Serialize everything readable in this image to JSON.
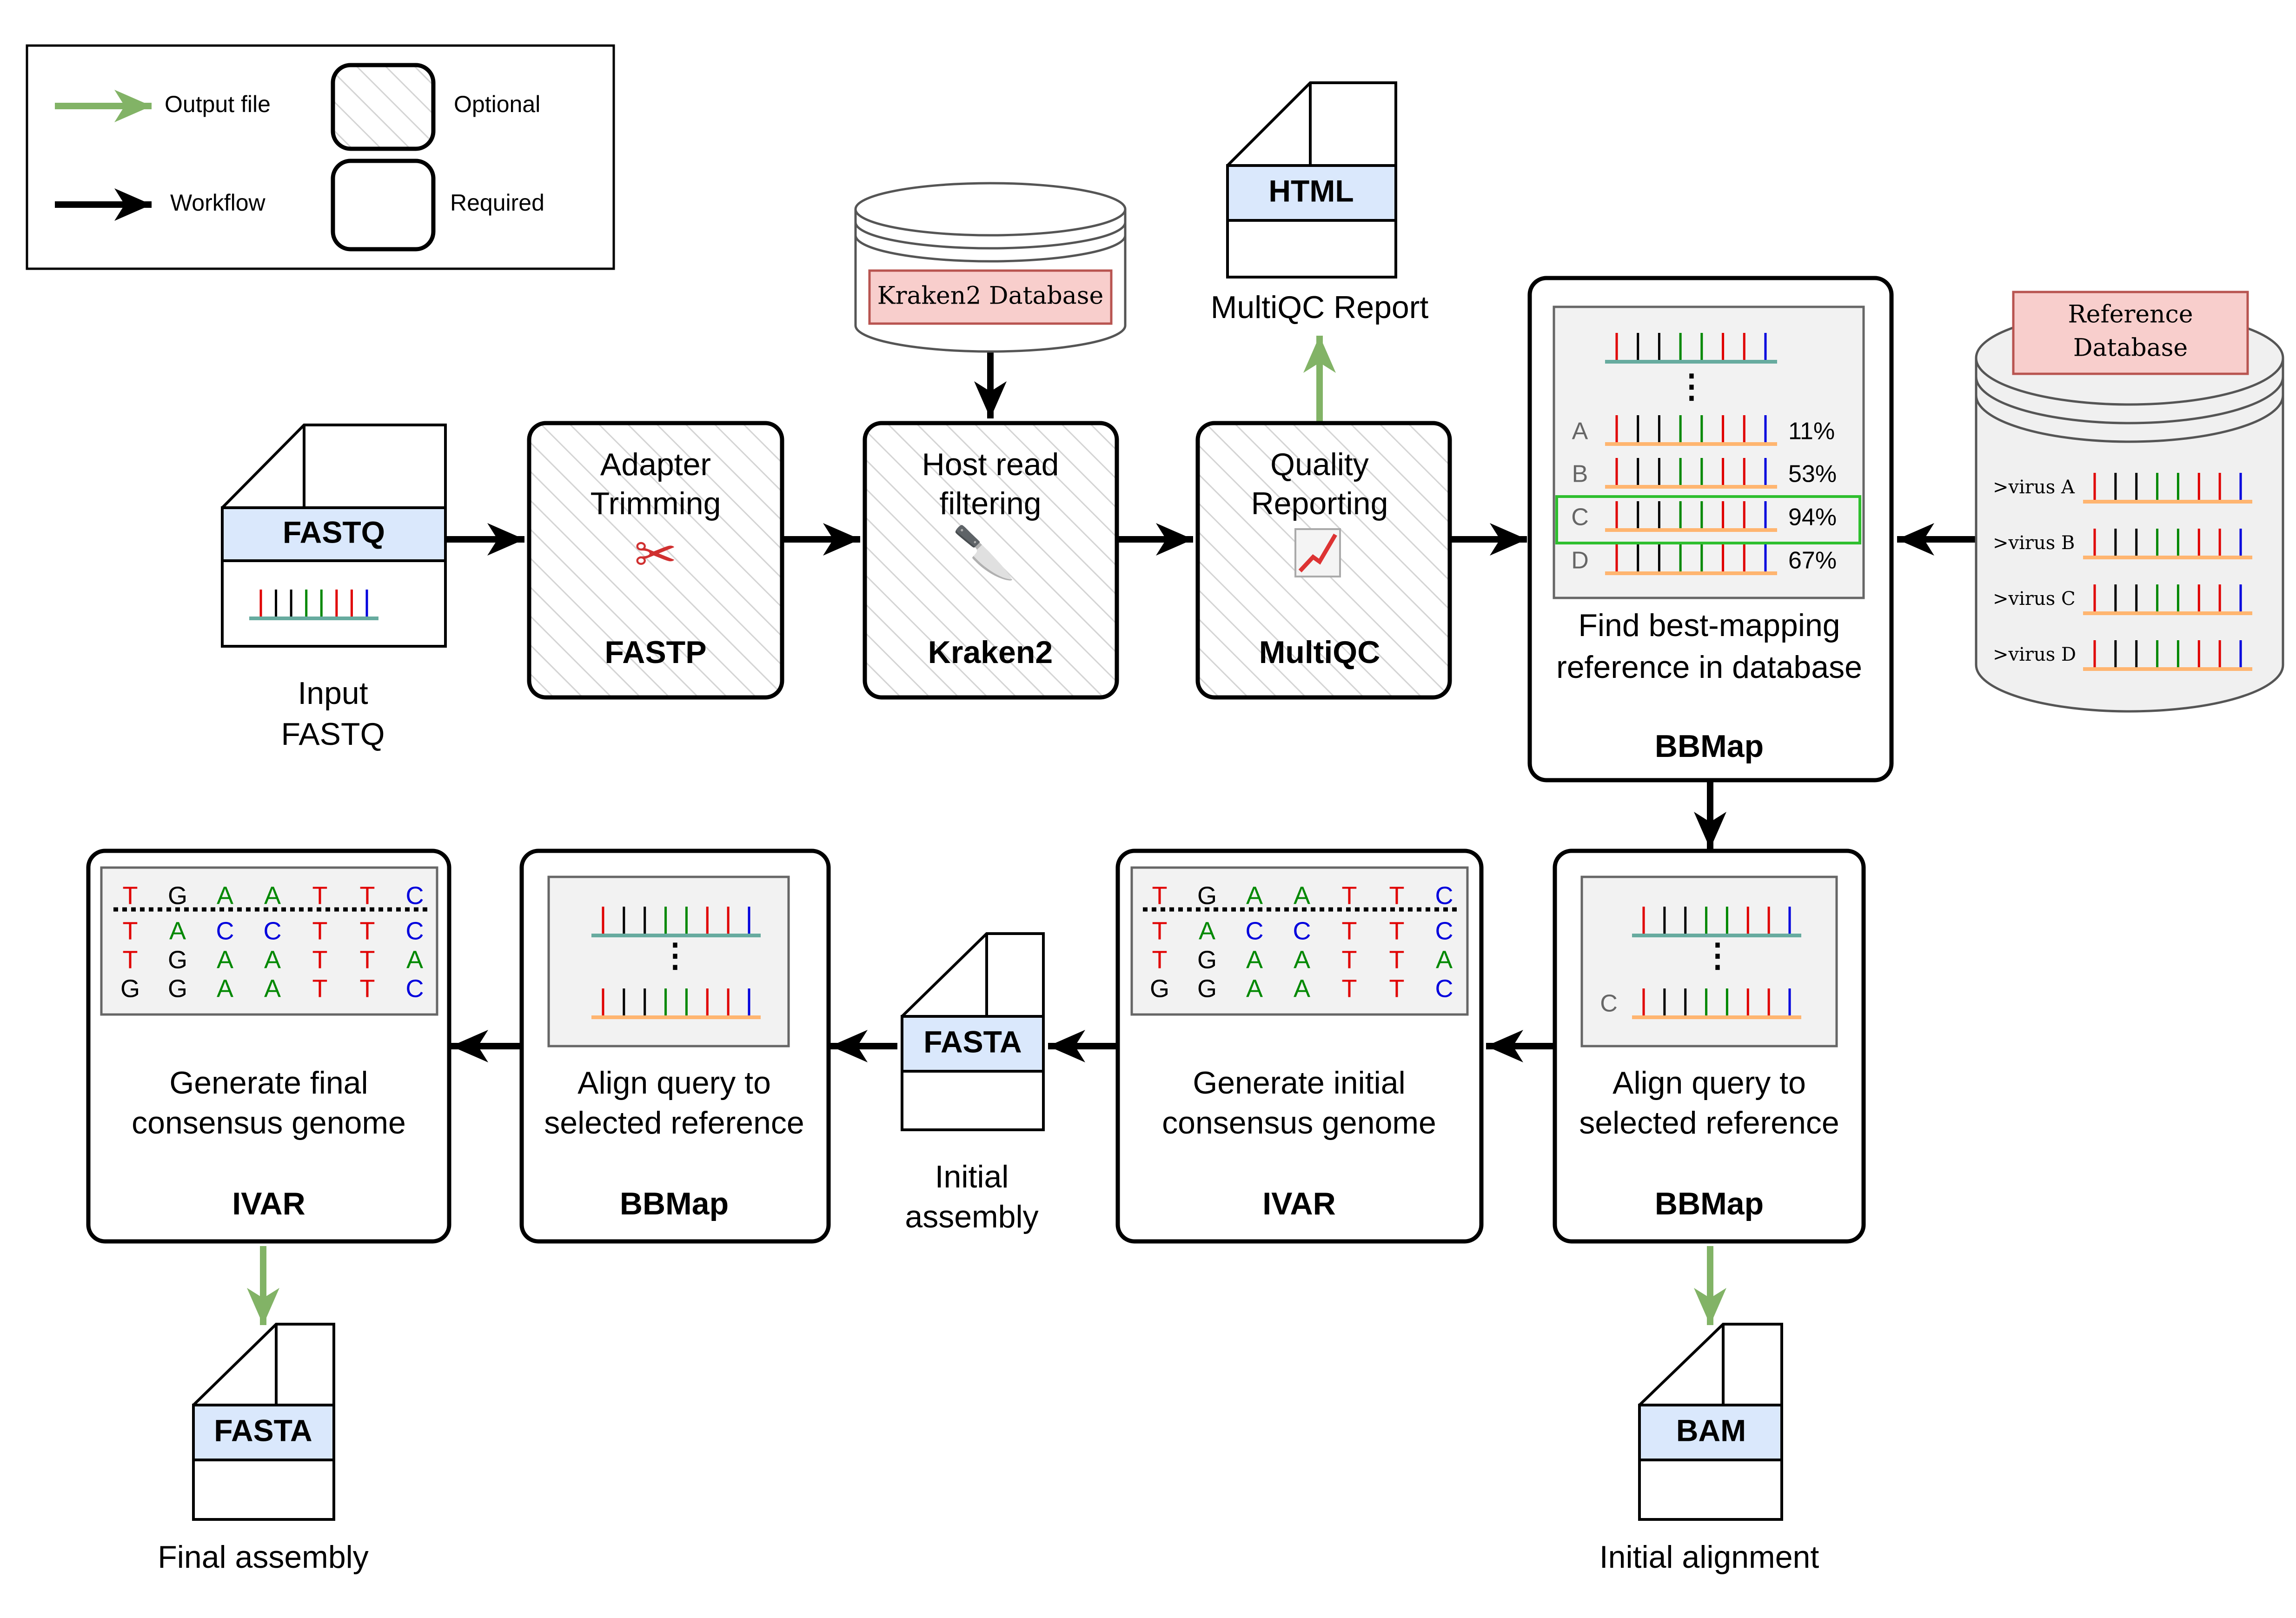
{
  "legend": {
    "output_file": "Output file",
    "workflow": "Workflow",
    "optional": "Optional",
    "required": "Required"
  },
  "input_file": {
    "type": "FASTQ",
    "caption_line1": "Input",
    "caption_line2": "FASTQ"
  },
  "steps": [
    {
      "id": "fastp",
      "line1": "Adapter",
      "line2": "Trimming",
      "icon": "scissors-icon",
      "glyph": "✂",
      "tool": "FASTP",
      "optional": true
    },
    {
      "id": "kraken2",
      "line1": "Host read",
      "line2": "filtering",
      "icon": "knife-icon",
      "glyph": "🔪",
      "tool": "Kraken2",
      "optional": true
    },
    {
      "id": "multiqc",
      "line1": "Quality",
      "line2": "Reporting",
      "icon": "chart-icon",
      "tool": "MultiQC",
      "optional": true
    }
  ],
  "kraken_db": {
    "label": "Kraken2 Database"
  },
  "multiqc_report": {
    "type": "HTML",
    "caption": "MultiQC Report"
  },
  "bbmap_find": {
    "line1": "Find best-mapping",
    "line2": "reference in database",
    "tool": "BBMap",
    "dots": "⋮",
    "refs": [
      {
        "letter": "A",
        "pct": "11%"
      },
      {
        "letter": "B",
        "pct": "53%"
      },
      {
        "letter": "C",
        "pct": "94%",
        "highlight": true
      },
      {
        "letter": "D",
        "pct": "67%"
      }
    ]
  },
  "ref_db": {
    "line1": "Reference",
    "line2": "Database",
    "viruses": [
      ">virus A",
      ">virus B",
      ">virus C",
      ">virus D"
    ]
  },
  "align_initial": {
    "line1": "Align query to",
    "line2": "selected reference",
    "tool": "BBMap",
    "ref_letter": "C",
    "dots": "⋮"
  },
  "bam_output": {
    "type": "BAM",
    "caption": "Initial alignment"
  },
  "consensus_initial": {
    "line1": "Generate initial",
    "line2": "consensus genome",
    "tool": "IVAR"
  },
  "initial_assembly": {
    "type": "FASTA",
    "caption_line1": "Initial",
    "caption_line2": "assembly"
  },
  "align_final": {
    "line1": "Align query to",
    "line2": "selected reference",
    "tool": "BBMap",
    "dots": "⋮"
  },
  "consensus_final": {
    "line1": "Generate final",
    "line2": "consensus genome",
    "tool": "IVAR"
  },
  "final_assembly": {
    "type": "FASTA",
    "caption": "Final assembly"
  },
  "nucleotides": {
    "consensus": [
      "T",
      "G",
      "A",
      "A",
      "T",
      "T",
      "C"
    ],
    "reads": [
      [
        "T",
        "A",
        "C",
        "C",
        "T",
        "T",
        "C"
      ],
      [
        "T",
        "G",
        "A",
        "A",
        "T",
        "T",
        "A"
      ],
      [
        "G",
        "G",
        "A",
        "A",
        "T",
        "T",
        "C"
      ]
    ]
  },
  "colors": {
    "output_arrow": "#82b366",
    "workflow_arrow": "#000000",
    "file_label_fill": "#dae8fc",
    "database_label_fill": "#f8cecc",
    "database_label_stroke": "#b85450",
    "highlight_box": "#2fbf2f",
    "read_line": "#67ab9f",
    "ref_line": "#ffb570",
    "nt_T": "#e00000",
    "nt_A": "#008800",
    "nt_C": "#0000dd",
    "nt_G": "#000000"
  }
}
